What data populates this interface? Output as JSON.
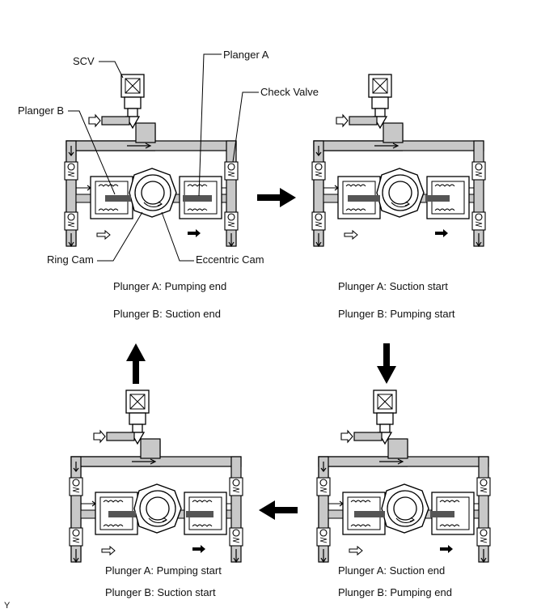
{
  "labels": {
    "scv": "SCV",
    "plunger_a": "Planger A",
    "plunger_b": "Planger B",
    "check_valve": "Check Valve",
    "ring_cam": "Ring Cam",
    "eccentric_cam": "Eccentric Cam"
  },
  "panels": [
    {
      "line1": "Plunger A: Pumping end",
      "line2": "Plunger B: Suction end"
    },
    {
      "line1": "Plunger A: Suction start",
      "line2": "Plunger B: Pumping start"
    },
    {
      "line1": "Plunger A: Pumping start",
      "line2": "Plunger B: Suction start"
    },
    {
      "line1": "Plunger A: Suction end",
      "line2": "Plunger B: Pumping end"
    }
  ],
  "corner_mark": "Y",
  "colors": {
    "line": "#000000",
    "fuel": "#c8c8c8",
    "plunger": "#555555",
    "background": "#ffffff"
  }
}
